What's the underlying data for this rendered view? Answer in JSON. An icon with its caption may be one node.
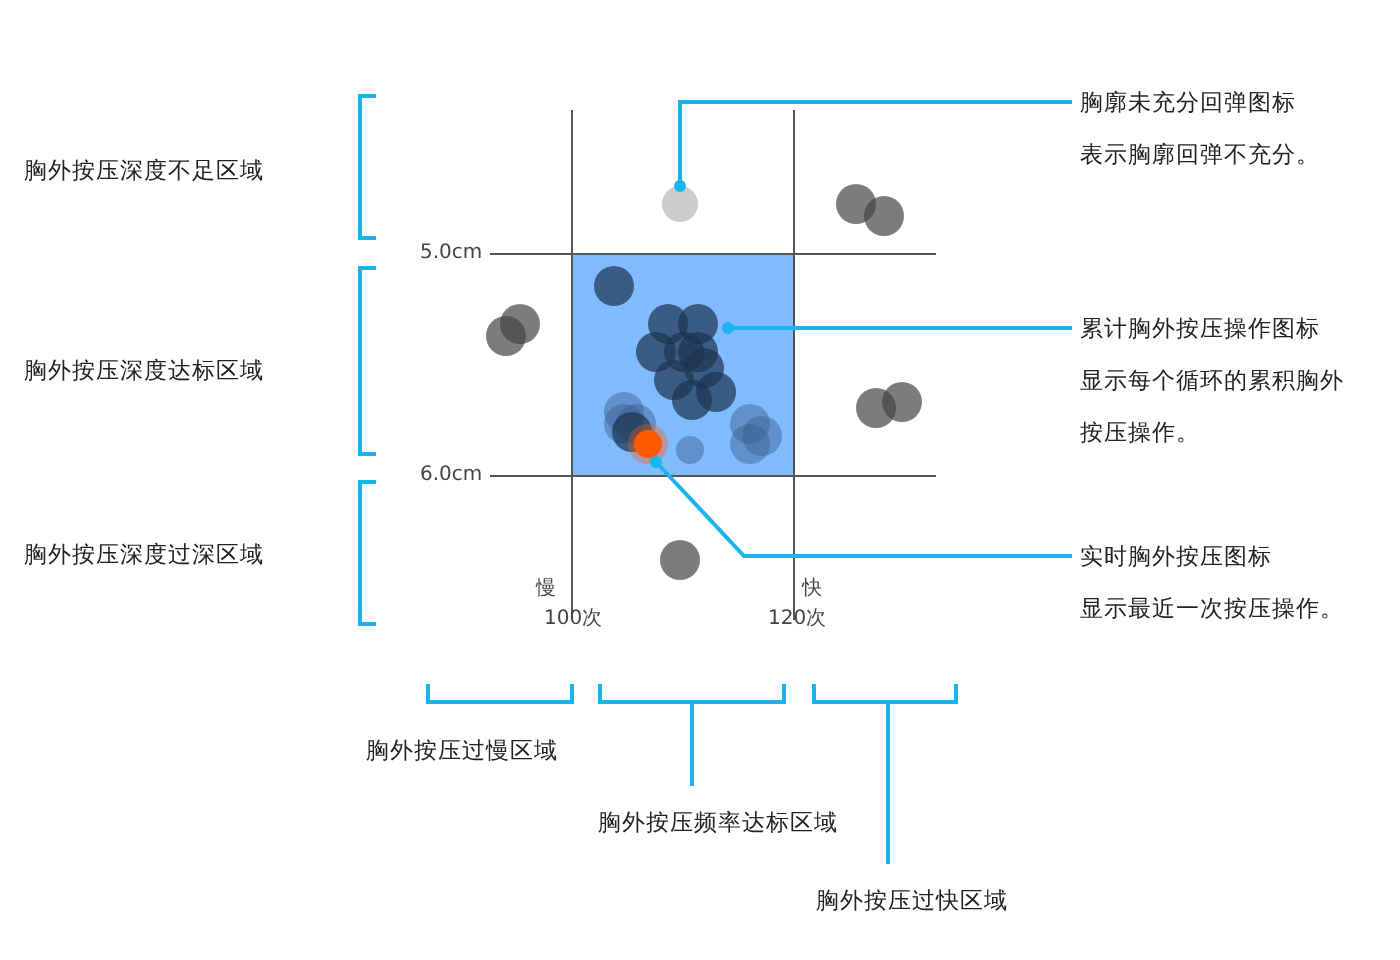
{
  "diagram": {
    "nodes": [
      {
        "text": [
          "胸廓未充分回弹图标",
          "表示胸廓回弹不充分。"
        ]
      },
      {
        "text": [],
        "shape": "circle"
      },
      {
        "text": [
          "累计胸外按压操作图标",
          "显示每个循环的累积胸外按压操作。"
        ]
      },
      {
        "text": [],
        "shape": "circle"
      },
      {
        "text": [
          "实时胸外按压图标",
          "显示最近一次按压操作。"
        ]
      },
      {
        "text": [],
        "shape": "circle"
      }
    ],
    "edges": [
      {
        "from": 0,
        "to": 1,
        "arrow": "other"
      },
      {
        "from": 2,
        "to": 3,
        "arrow": "other"
      },
      {
        "from": 4,
        "to": 5,
        "arrow": "other"
      }
    ],
    "labels": [
      "胸外按压深度不足区域",
      "5.0cm",
      "胸外按压深度达标区域",
      "6.0cm",
      "胸外按压深度过深区域",
      "慢",
      "快",
      "100次",
      "120次",
      "胸外按压过慢区域",
      "胸外按压频率达标区域",
      "胸外按压过快区域"
    ]
  }
}
